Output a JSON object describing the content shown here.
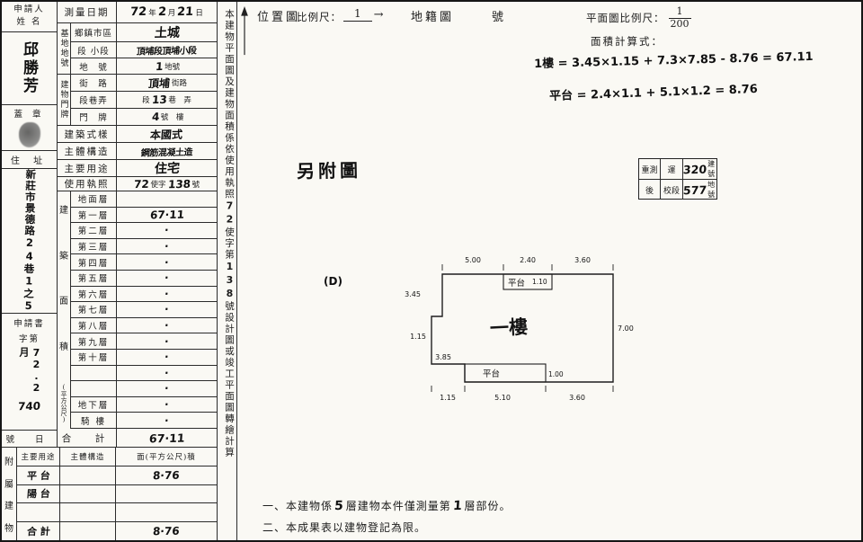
{
  "left": {
    "applicant_line1": "申請人",
    "applicant_line2": "姓 名",
    "name_hw": "邱勝芳",
    "seal_label": "蓋 章",
    "address_label": "住 址",
    "address_hw": "新莊市景德路24巷1之5",
    "application": "申請書",
    "zidi": "字第",
    "appno_hw1": "72.2月",
    "appno_hw2": "740",
    "haori": "號 日",
    "annex_chars": [
      "附",
      "屬",
      "建",
      "物"
    ]
  },
  "form": {
    "date_label": "測量日期",
    "date": {
      "y": "72",
      "y_unit": "年",
      "m": "2",
      "m_unit": "月",
      "d": "21",
      "d_unit": "日"
    },
    "site_group": "基地地號",
    "site_rows": [
      {
        "label": "鄉鎮市區",
        "pre": "",
        "hw": "土城",
        "suffix": ""
      },
      {
        "label": "段 小段",
        "pre": "",
        "hw": "頂埔段頂埔小段",
        "suffix": ""
      },
      {
        "label": "地　號",
        "pre": "",
        "hw": "1",
        "suffix": "地號"
      }
    ],
    "door_group": "建物門牌",
    "door_rows": [
      {
        "label": "街　路",
        "pre": "",
        "hw": "頂埔",
        "suffix": "街路"
      },
      {
        "label": "段巷弄",
        "pre": "段",
        "hw": "13",
        "suffix": "巷　弄"
      },
      {
        "label": "門　牌",
        "pre": "",
        "hw": "4",
        "suffix": "號　樓"
      }
    ],
    "style_label": "建築式樣",
    "style_hw": "本國式",
    "structure_label": "主體構造",
    "structure_hw": "鋼筋混凝土造",
    "usage_label": "主要用途",
    "usage_hw": "住宅",
    "license_label": "使用執照",
    "license": {
      "n1": "72",
      "mid": "使字",
      "n2": "138",
      "suffix": "號"
    },
    "area_group_chars": [
      "建",
      "築",
      "面",
      "積"
    ],
    "area_unit": "(平方公尺)",
    "floors": [
      {
        "label": "地面層",
        "value": ""
      },
      {
        "label": "第一層",
        "value": "67·11"
      },
      {
        "label": "第二層",
        "value": "·"
      },
      {
        "label": "第三層",
        "value": "·"
      },
      {
        "label": "第四層",
        "value": "·"
      },
      {
        "label": "第五層",
        "value": "·"
      },
      {
        "label": "第六層",
        "value": "·"
      },
      {
        "label": "第七層",
        "value": "·"
      },
      {
        "label": "第八層",
        "value": "·"
      },
      {
        "label": "第九層",
        "value": "·"
      },
      {
        "label": "第十層",
        "value": "·"
      },
      {
        "label": "",
        "value": "·"
      },
      {
        "label": "",
        "value": "·"
      },
      {
        "label": "地下層",
        "value": "·"
      },
      {
        "label": "騎 樓",
        "value": "·"
      }
    ],
    "total_label": "合　計",
    "total_value": "67·11"
  },
  "annex": {
    "headers": [
      "主要用途",
      "主體構造",
      "面(平方公尺)積"
    ],
    "rows": [
      {
        "usage": "平 台",
        "structure": "",
        "area": "8·76"
      },
      {
        "usage": "陽 台",
        "structure": "",
        "area": ""
      },
      {
        "usage": "",
        "structure": "",
        "area": ""
      },
      {
        "usage": "合 計",
        "structure": "",
        "area": "8·76"
      }
    ]
  },
  "strip": {
    "pre": "本建物平面圖及建物面積係依使用執照",
    "hw1": "72",
    "mid": "使字第",
    "hw2": "138",
    "post": "號設計圖或竣工平面圖轉繪計算"
  },
  "top": {
    "location": "位置圖",
    "scale_label": "比例尺：",
    "scale_num": "1",
    "cadastral": "地籍圖",
    "hao": "號",
    "plan_scale_label": "平面圖比例尺：",
    "plan_num": "1",
    "plan_den": "200"
  },
  "calc": {
    "title": "面積計算式：",
    "line1": "1樓 = 3.45×1.15 + 7.3×7.85 - 8.76 = 67.11",
    "line2": "平台 = 2.4×1.1 + 5.1×1.2 = 8.76"
  },
  "middle": {
    "attached": "另附圖",
    "d_label": "(D)"
  },
  "remeasure": {
    "c1a": "重測",
    "c1b": "後",
    "c2a": "運",
    "c2b": "校段",
    "no1": "320",
    "no1_label": "建號",
    "no2": "577",
    "no2_label": "地號"
  },
  "plan": {
    "floor_label": "一樓",
    "platform_label": "平台",
    "top_dims": [
      "5.00",
      "2.40",
      "3.60"
    ],
    "bottom_dims": [
      "1.15",
      "5.10",
      "3.60"
    ],
    "left_upper": "3.45",
    "left_mid": "1.15",
    "left_lower": "3.85",
    "right_dim": "7.00",
    "top_platform_h": "1.10",
    "bottom_platform_h": "1.00"
  },
  "notes": {
    "n1_pre": "一、本建物係",
    "n1_hw1": "5",
    "n1_mid": "層建物本件僅測量第",
    "n1_hw2": "1",
    "n1_post": "層部份。",
    "n2": "二、本成果表以建物登記為限。"
  }
}
